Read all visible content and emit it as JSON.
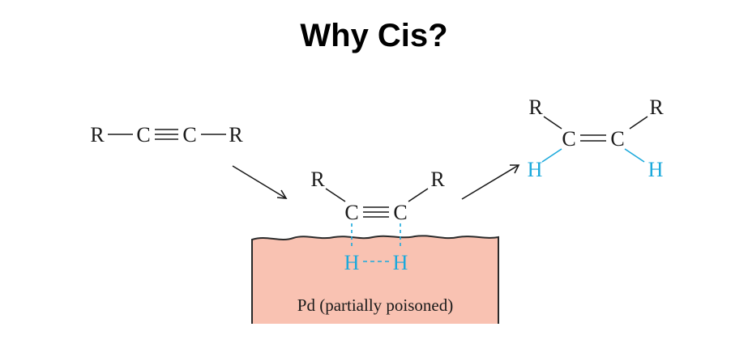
{
  "title": "Why Cis?",
  "colors": {
    "surface_fill": "#f9c2b2",
    "surface_edge": "#2a2a2a",
    "hydrogen": "#1ba9dc",
    "text": "#1a1a1a"
  },
  "alkyne": {
    "r_left": "R",
    "bond_left": "—",
    "c1": "C",
    "c2": "C",
    "bond_right": "—",
    "r_right": "R"
  },
  "adsorbed": {
    "r_left": "R",
    "r_right": "R",
    "c1": "C",
    "c2": "C",
    "h1": "H",
    "h2": "H"
  },
  "product": {
    "r_left": "R",
    "r_right": "R",
    "c1": "C",
    "c2": "C",
    "h_left": "H",
    "h_right": "H"
  },
  "surface": {
    "label": "Pd (partially poisoned)"
  }
}
